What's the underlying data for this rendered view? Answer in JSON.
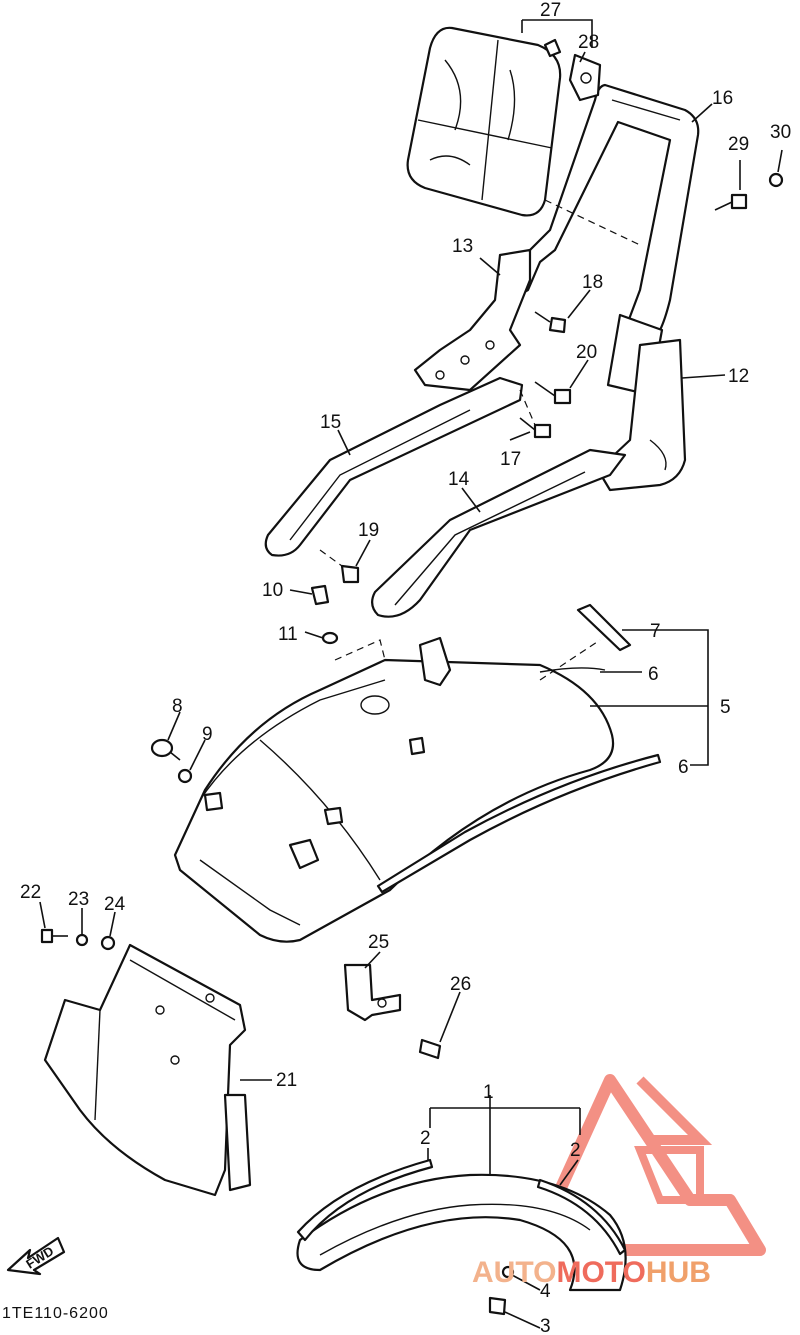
{
  "diagram": {
    "drawing_code": "1TE110-6200",
    "direction_label": "FWD",
    "watermark": {
      "part1": "AUTO",
      "part2": "MOTO",
      "part3": "HUB"
    },
    "callouts": {
      "c1": "1",
      "c2a": "2",
      "c2b": "2",
      "c3": "3",
      "c4": "4",
      "c5": "5",
      "c6a": "6",
      "c6b": "6",
      "c7": "7",
      "c8": "8",
      "c9": "9",
      "c10": "10",
      "c11": "11",
      "c12": "12",
      "c13": "13",
      "c14": "14",
      "c15": "15",
      "c16": "16",
      "c17": "17",
      "c18": "18",
      "c19": "19",
      "c20": "20",
      "c21": "21",
      "c22": "22",
      "c23": "23",
      "c24": "24",
      "c25": "25",
      "c26": "26",
      "c27": "27",
      "c28": "28",
      "c29": "29",
      "c30": "30"
    }
  }
}
